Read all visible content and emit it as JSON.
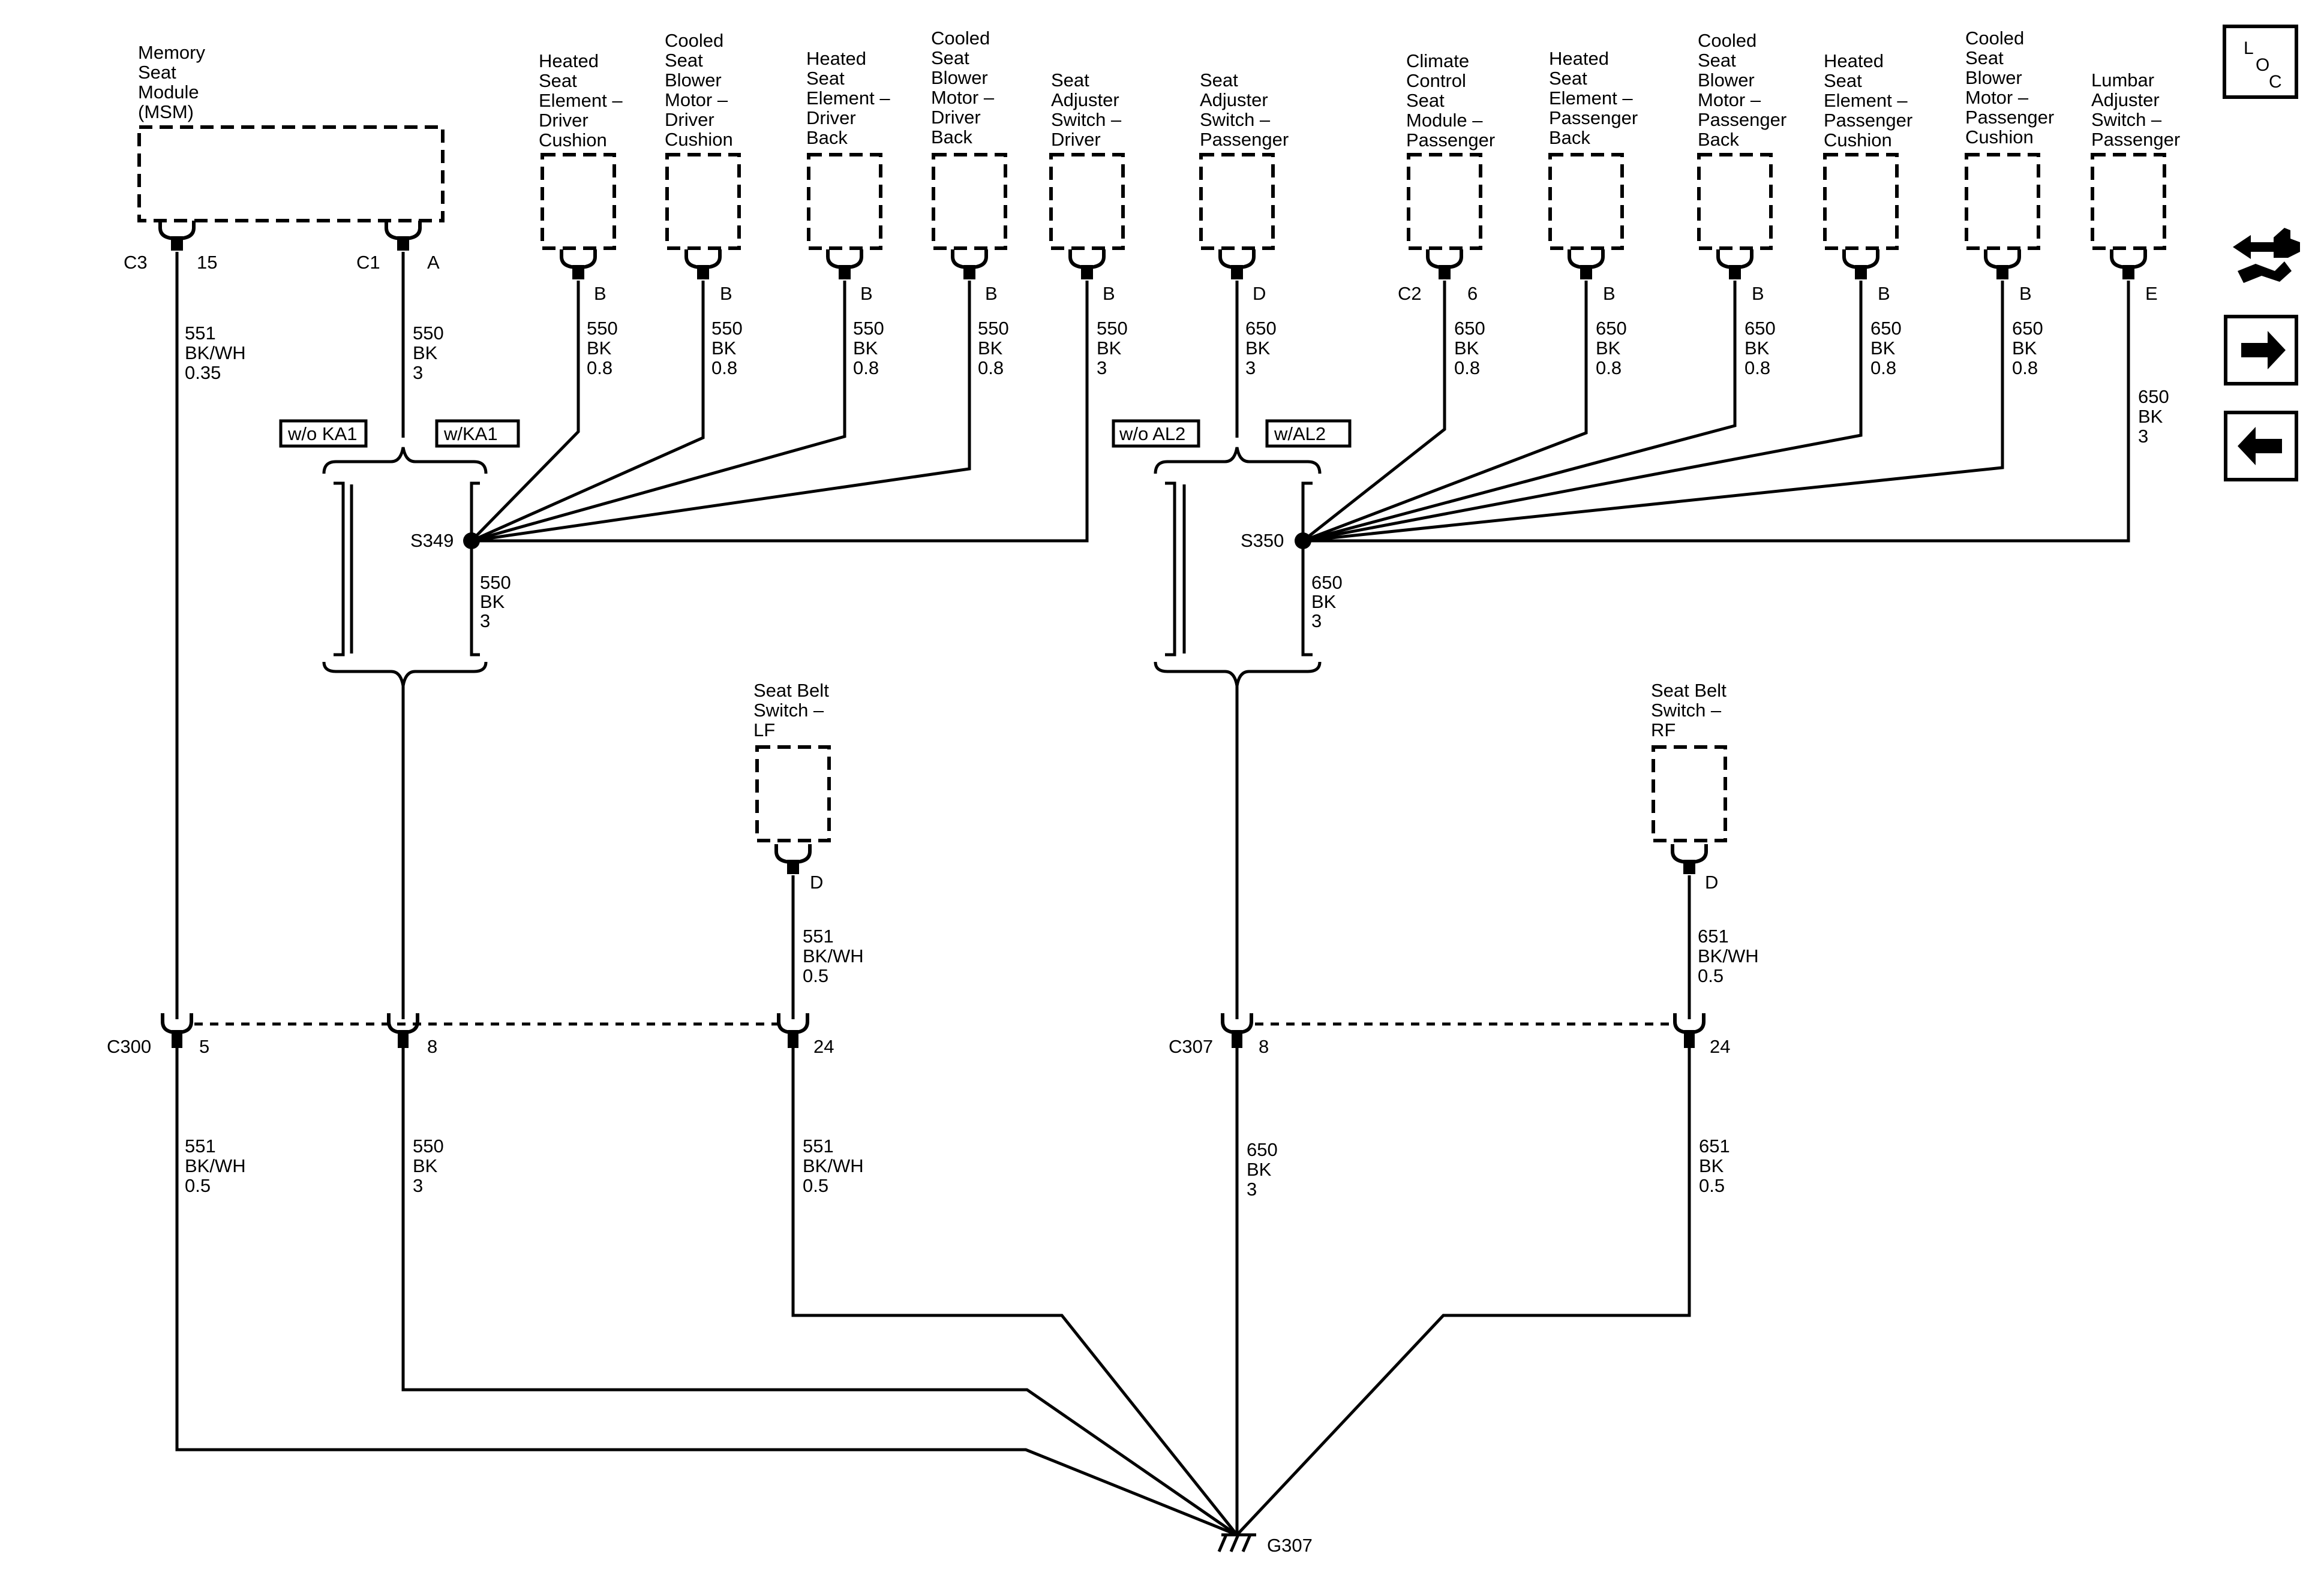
{
  "components": {
    "msm": [
      "Memory",
      "Seat",
      "Module",
      "(MSM)"
    ],
    "hs_drv_cush": [
      "Heated",
      "Seat",
      "Element –",
      "Driver",
      "Cushion"
    ],
    "cs_drv_cush": [
      "Cooled",
      "Seat",
      "Blower",
      "Motor –",
      "Driver",
      "Cushion"
    ],
    "hs_drv_back": [
      "Heated",
      "Seat",
      "Element –",
      "Driver",
      "Back"
    ],
    "cs_drv_back": [
      "Cooled",
      "Seat",
      "Blower",
      "Motor –",
      "Driver",
      "Back"
    ],
    "adj_drv": [
      "Seat",
      "Adjuster",
      "Switch –",
      "Driver"
    ],
    "adj_pass": [
      "Seat",
      "Adjuster",
      "Switch –",
      "Passenger"
    ],
    "ccsm_pass": [
      "Climate",
      "Control",
      "Seat",
      "Module –",
      "Passenger"
    ],
    "hs_pass_back": [
      "Heated",
      "Seat",
      "Element –",
      "Passenger",
      "Back"
    ],
    "cs_pass_back": [
      "Cooled",
      "Seat",
      "Blower",
      "Motor –",
      "Passenger",
      "Back"
    ],
    "hs_pass_cush": [
      "Heated",
      "Seat",
      "Element –",
      "Passenger",
      "Cushion"
    ],
    "cs_pass_cush": [
      "Cooled",
      "Seat",
      "Blower",
      "Motor –",
      "Passenger",
      "Cushion"
    ],
    "lumbar_pass": [
      "Lumbar",
      "Adjuster",
      "Switch –",
      "Passenger"
    ],
    "belt_lf": [
      "Seat Belt",
      "Switch –",
      "LF"
    ],
    "belt_rf": [
      "Seat Belt",
      "Switch –",
      "RF"
    ]
  },
  "connectors": {
    "msm_c3": "C3",
    "msm_c3_pin": "15",
    "msm_c1": "C1",
    "msm_c1_pin": "A",
    "hs_drv_cush_pin": "B",
    "cs_drv_cush_pin": "B",
    "hs_drv_back_pin": "B",
    "cs_drv_back_pin": "B",
    "adj_drv_pin": "B",
    "adj_pass_pin": "D",
    "ccsm_conn": "C2",
    "ccsm_pin": "6",
    "hs_pass_back_pin": "B",
    "cs_pass_back_pin": "B",
    "hs_pass_cush_pin": "B",
    "cs_pass_cush_pin": "B",
    "lumbar_pin": "E",
    "belt_lf_pin": "D",
    "belt_rf_pin": "D",
    "c300": "C300",
    "c300_pin_a": "5",
    "c300_pin_b": "8",
    "c300_pin_c": "24",
    "c307": "C307",
    "c307_pin_a": "8",
    "c307_pin_b": "24"
  },
  "wires": {
    "msm_c3": [
      "551",
      "BK/WH",
      "0.35"
    ],
    "msm_c1": [
      "550",
      "BK",
      "3"
    ],
    "hs_drv_cush": [
      "550",
      "BK",
      "0.8"
    ],
    "cs_drv_cush": [
      "550",
      "BK",
      "0.8"
    ],
    "hs_drv_back": [
      "550",
      "BK",
      "0.8"
    ],
    "cs_drv_back": [
      "550",
      "BK",
      "0.8"
    ],
    "adj_drv": [
      "550",
      "BK",
      "3"
    ],
    "adj_pass": [
      "650",
      "BK",
      "3"
    ],
    "ccsm_pass": [
      "650",
      "BK",
      "0.8"
    ],
    "hs_pass_back": [
      "650",
      "BK",
      "0.8"
    ],
    "cs_pass_back": [
      "650",
      "BK",
      "0.8"
    ],
    "hs_pass_cush": [
      "650",
      "BK",
      "0.8"
    ],
    "cs_pass_cush": [
      "650",
      "BK",
      "0.8"
    ],
    "lumbar_pass": [
      "650",
      "BK",
      "3"
    ],
    "s349_down": [
      "550",
      "BK",
      "3"
    ],
    "s350_down": [
      "650",
      "BK",
      "3"
    ],
    "belt_lf": [
      "551",
      "BK/WH",
      "0.5"
    ],
    "belt_rf": [
      "651",
      "BK/WH",
      "0.5"
    ],
    "c300_5": [
      "551",
      "BK/WH",
      "0.5"
    ],
    "c300_8": [
      "550",
      "BK",
      "3"
    ],
    "c300_24": [
      "551",
      "BK/WH",
      "0.5"
    ],
    "c307_8": [
      "650",
      "BK",
      "3"
    ],
    "c307_24": [
      "651",
      "BK",
      "0.5"
    ]
  },
  "splices": {
    "s349": "S349",
    "s350": "S350"
  },
  "options": {
    "wo_ka1": "w/o KA1",
    "w_ka1": "w/KA1",
    "wo_al2": "w/o AL2",
    "w_al2": "w/AL2"
  },
  "ground": "G307",
  "nav": {
    "loc": [
      "L",
      "O",
      "C"
    ]
  }
}
